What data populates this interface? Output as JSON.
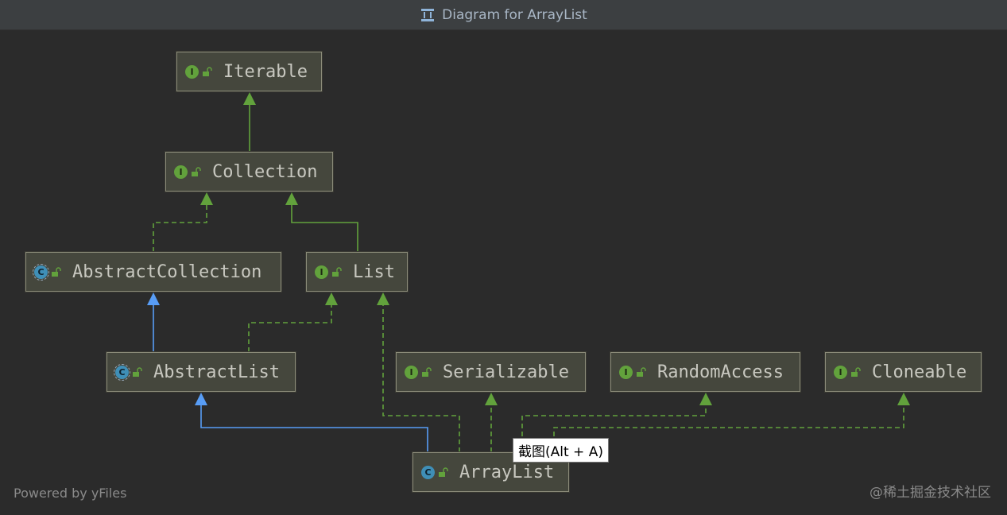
{
  "window": {
    "title": "Diagram for ArrayList"
  },
  "nodes": {
    "iterable": {
      "label": "Iterable",
      "kind": "I"
    },
    "collection": {
      "label": "Collection",
      "kind": "I"
    },
    "abstract_collection": {
      "label": "AbstractCollection",
      "kind": "C"
    },
    "list": {
      "label": "List",
      "kind": "I"
    },
    "abstract_list": {
      "label": "AbstractList",
      "kind": "C"
    },
    "serializable": {
      "label": "Serializable",
      "kind": "I"
    },
    "random_access": {
      "label": "RandomAccess",
      "kind": "I"
    },
    "cloneable": {
      "label": "Cloneable",
      "kind": "I"
    },
    "array_list": {
      "label": "ArrayList",
      "kind": "C"
    }
  },
  "edges": [
    {
      "from": "collection",
      "to": "iterable",
      "type": "extends-interface"
    },
    {
      "from": "abstract_collection",
      "to": "collection",
      "type": "implements"
    },
    {
      "from": "list",
      "to": "collection",
      "type": "extends-interface"
    },
    {
      "from": "abstract_list",
      "to": "abstract_collection",
      "type": "extends-class"
    },
    {
      "from": "abstract_list",
      "to": "list",
      "type": "implements"
    },
    {
      "from": "array_list",
      "to": "abstract_list",
      "type": "extends-class"
    },
    {
      "from": "array_list",
      "to": "list",
      "type": "implements"
    },
    {
      "from": "array_list",
      "to": "serializable",
      "type": "implements"
    },
    {
      "from": "array_list",
      "to": "random_access",
      "type": "implements"
    },
    {
      "from": "array_list",
      "to": "cloneable",
      "type": "implements"
    }
  ],
  "tooltip": {
    "text": "截图(Alt + A)"
  },
  "footer": {
    "powered_by": "Powered by yFiles",
    "watermark": "@稀土掘金技术社区"
  },
  "colors": {
    "background": "#2b2b2b",
    "node_fill": "#45473d",
    "interface_edge": "#62a23c",
    "class_edge": "#589df6",
    "interface_badge": "#62a23c",
    "class_badge": "#3f8fb7"
  },
  "icons": {
    "interface": "interface-badge-icon",
    "class": "class-badge-icon",
    "visibility": "public-lock-icon",
    "diagram": "diagram-icon"
  }
}
